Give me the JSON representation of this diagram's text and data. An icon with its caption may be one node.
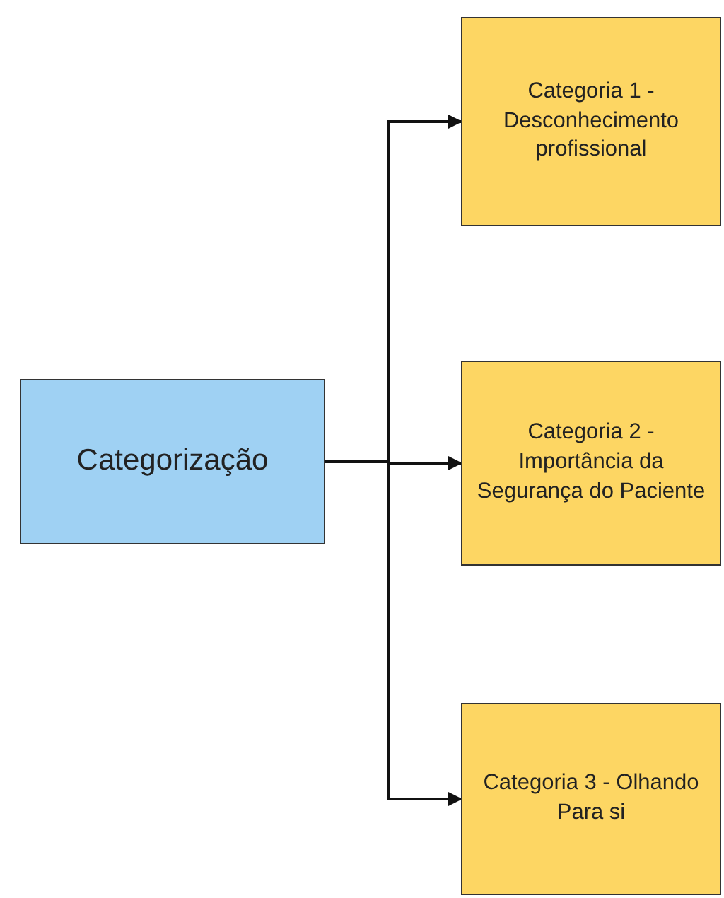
{
  "diagram": {
    "nodes": [
      {
        "text": [
          "Categorização"
        ]
      },
      {
        "text": [
          "Categoria 1 - Desconhecimento profissional"
        ]
      },
      {
        "text": [
          "Categoria 2 - Importância da Segurança do Paciente"
        ]
      },
      {
        "text": [
          "Categoria 3 - Olhando Para si"
        ]
      }
    ],
    "edges": [
      {
        "from": 0,
        "to": 1,
        "arrow": "to"
      },
      {
        "from": 0,
        "to": 2,
        "arrow": "to"
      },
      {
        "from": 0,
        "to": 3,
        "arrow": "to"
      }
    ]
  }
}
